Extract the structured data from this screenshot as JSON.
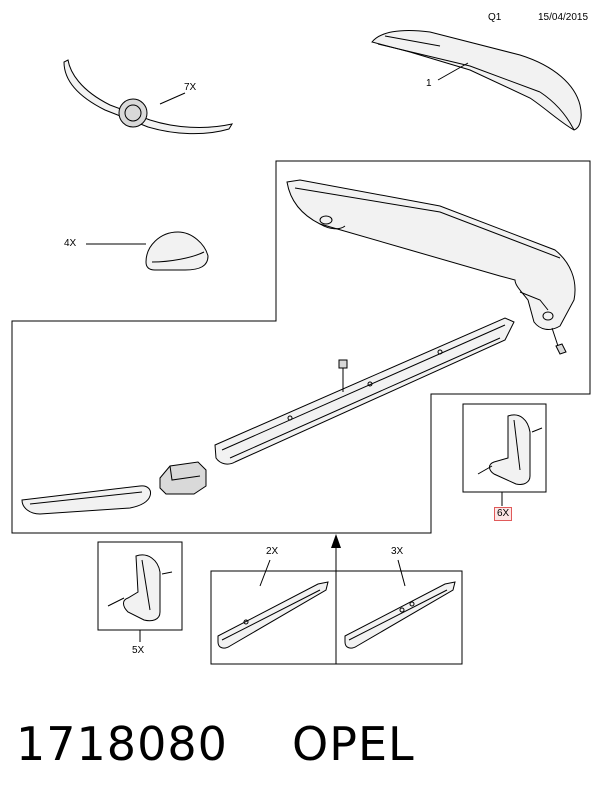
{
  "header": {
    "code": "Q1",
    "date": "15/04/2015"
  },
  "callouts": {
    "rear_spoiler": "1",
    "grille_trim": "7X",
    "mirror_cover": "4X",
    "mud_flap_right": "6X",
    "mud_flap_left": "5X",
    "sill_option_a": "2X",
    "sill_option_b": "3X"
  },
  "footer": {
    "part_number": "1718080",
    "brand": "OPEL"
  },
  "colors": {
    "line": "#000000",
    "highlight_border": "#e05a5a",
    "highlight_fill": "#fde6e6"
  }
}
